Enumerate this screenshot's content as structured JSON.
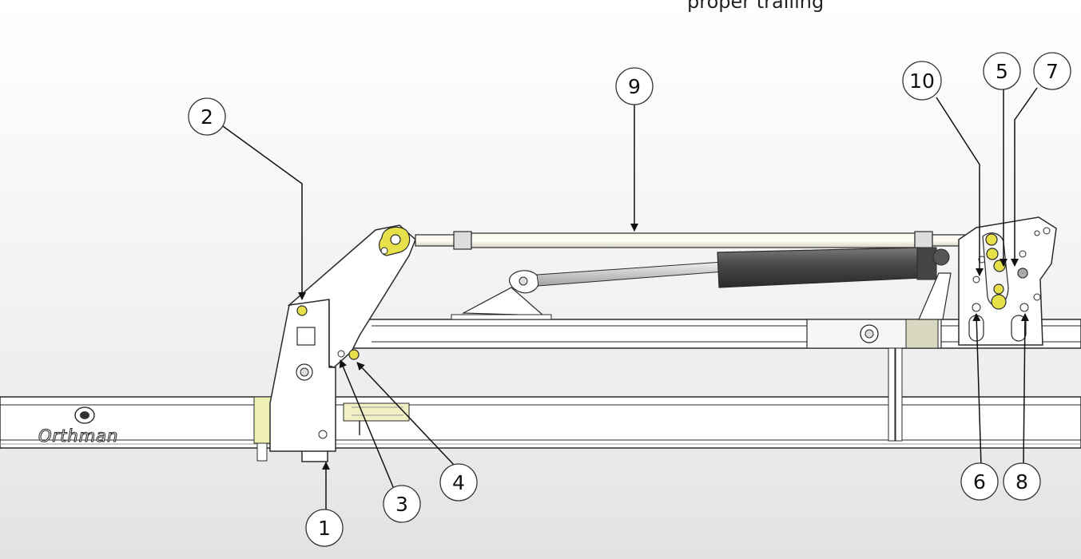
{
  "header": {
    "text": "proper trailing"
  },
  "logo": {
    "text": "Orthman"
  },
  "callouts": [
    {
      "id": "1",
      "label": "1"
    },
    {
      "id": "2",
      "label": "2"
    },
    {
      "id": "3",
      "label": "3"
    },
    {
      "id": "4",
      "label": "4"
    },
    {
      "id": "5",
      "label": "5"
    },
    {
      "id": "6",
      "label": "6"
    },
    {
      "id": "7",
      "label": "7"
    },
    {
      "id": "8",
      "label": "8"
    },
    {
      "id": "9",
      "label": "9"
    },
    {
      "id": "10",
      "label": "10"
    }
  ],
  "colors": {
    "frame": "#ffffff",
    "outline": "#2a2a2a",
    "bolt_highlight": "#e6e04a",
    "cylinder": "#505050",
    "background": "#efefef"
  }
}
